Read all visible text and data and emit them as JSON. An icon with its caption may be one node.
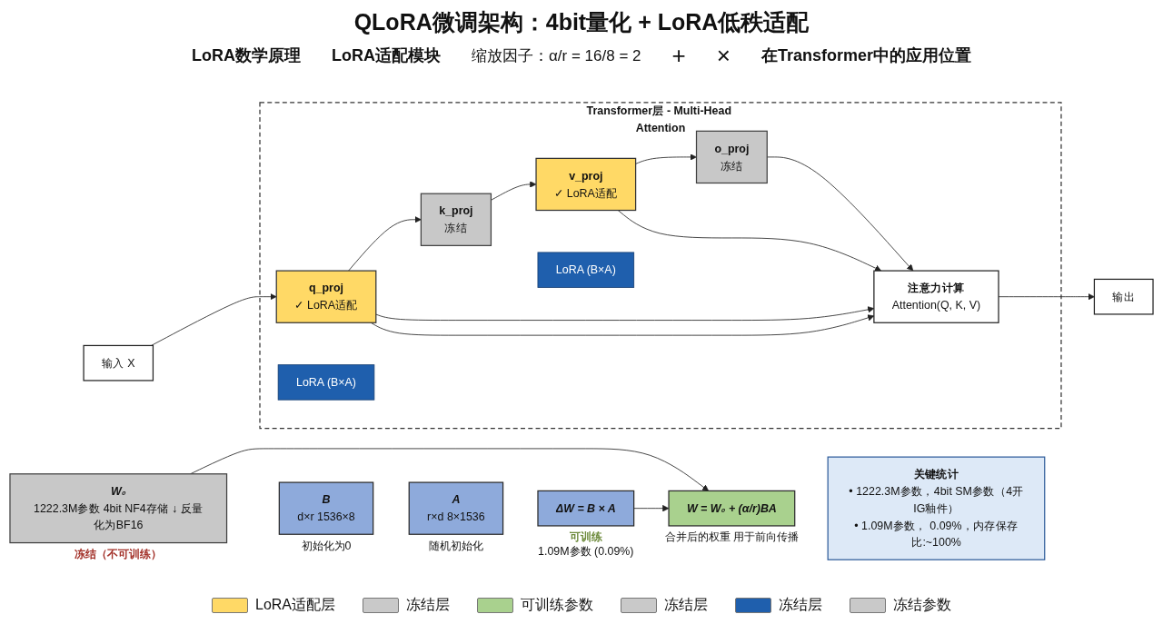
{
  "diagram": {
    "title": "QLoRA微调架构：4bit量化 + LoRA低秩适配",
    "nodes": [
      {
        "text": [
          "W₀",
          "1222.3M参数 4bit NF4存储 ↓ 反量化为BF16"
        ],
        "beside": [
          "冻结（不可训练）"
        ]
      },
      {
        "text": [
          "B",
          "d×r 1536×8"
        ],
        "beside": [
          "初始化为0"
        ]
      },
      {
        "text": [
          "A",
          "r×d 8×1536"
        ],
        "beside": [
          "随机初始化"
        ]
      },
      {
        "text": [
          "ΔW = B × A"
        ],
        "beside": [
          "可训练",
          "1.09M参数 (0.09%)"
        ]
      },
      {
        "text": [
          "W = W₀ + (α/r)BA"
        ],
        "beside": [
          "合并后的权重 用于前向传播"
        ]
      },
      {
        "text": [
          "输入 X"
        ]
      },
      {
        "text": [
          "Transformer层 - Multi-Head Attention"
        ]
      },
      {
        "text": [
          "q_proj",
          "✓ LoRA适配"
        ],
        "in": 6
      },
      {
        "text": [
          "LoRA (B×A)"
        ],
        "in": 6
      },
      {
        "text": [
          "k_proj",
          "冻结"
        ],
        "in": 6
      },
      {
        "text": [
          "v_proj",
          "✓ LoRA适配"
        ],
        "in": 6
      },
      {
        "text": [
          "LoRA (B×A)"
        ],
        "in": 6
      },
      {
        "text": [
          "o_proj",
          "冻结"
        ],
        "in": 6
      },
      {
        "text": [
          "注意力计算",
          "Attention(Q, K, V)"
        ],
        "in": 6
      },
      {
        "text": [
          "输出"
        ]
      },
      {
        "text": [
          "关键统计",
          "• 1222.3M参数，4bit SM参数（4开IG釉件）",
          "• 1.09M参数， 0.09%，内存保存比:~100%"
        ]
      }
    ],
    "edges": [
      {
        "from": 3,
        "to": 4,
        "arrow": "to"
      },
      {
        "from": 0,
        "to": 4,
        "arrow": "to"
      },
      {
        "from": 5,
        "to": 7,
        "arrow": "to"
      },
      {
        "from": 7,
        "to": 9,
        "arrow": "to"
      },
      {
        "from": 9,
        "to": 10,
        "arrow": "to"
      },
      {
        "from": 10,
        "to": 12,
        "arrow": "to"
      },
      {
        "from": 12,
        "to": 13,
        "arrow": "to"
      },
      {
        "from": 7,
        "to": 13,
        "arrow": "to"
      },
      {
        "from": 7,
        "to": 13,
        "arrow": "to"
      },
      {
        "from": 10,
        "to": 13,
        "arrow": "to"
      },
      {
        "from": 13,
        "to": 14,
        "arrow": "to"
      }
    ],
    "labels": [
      "LoRA数学原理",
      "LoRA适配模块",
      "缩放因子：α/r = 16/8 = 2",
      "+",
      "×",
      "在Transformer中的应用位置"
    ],
    "legend": [
      {
        "text": "LoRA适配层",
        "color": "#ffd966"
      },
      {
        "text": "冻结层",
        "color": "#c9c9c9"
      },
      {
        "text": "可训练参数",
        "color": "#a9d18e"
      },
      {
        "text": "冻结层",
        "color": "#c9c9c9"
      },
      {
        "text": "冻结层",
        "color": "#1f5fad"
      },
      {
        "text": "冻结参数",
        "color": "#c9c9c9"
      }
    ]
  }
}
